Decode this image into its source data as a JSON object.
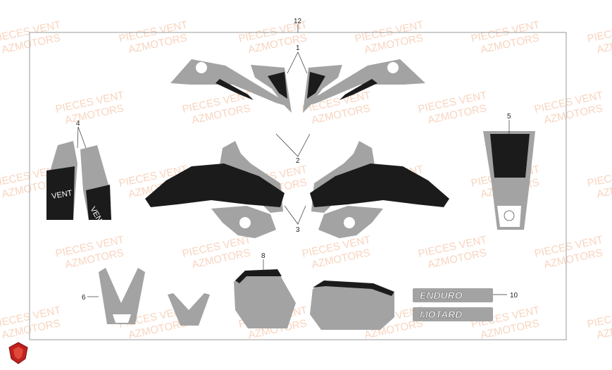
{
  "watermark": {
    "line1": "PIECES VENT",
    "line2": "AZMOTORS"
  },
  "callouts": {
    "c1": "1",
    "c2": "2",
    "c3": "3",
    "c4": "4",
    "c5": "5",
    "c6": "6",
    "c8": "8",
    "c10": "10",
    "c12": "12"
  },
  "parts": {
    "tank_text": "VENT",
    "side_plate_1": "ENDURO",
    "side_plate_2": "MOTARD"
  },
  "colors": {
    "decal_grey": "#a3a3a3",
    "decal_black": "#1b1b1b",
    "watermark": "#f0a070",
    "logo_red": "#c0201e"
  }
}
